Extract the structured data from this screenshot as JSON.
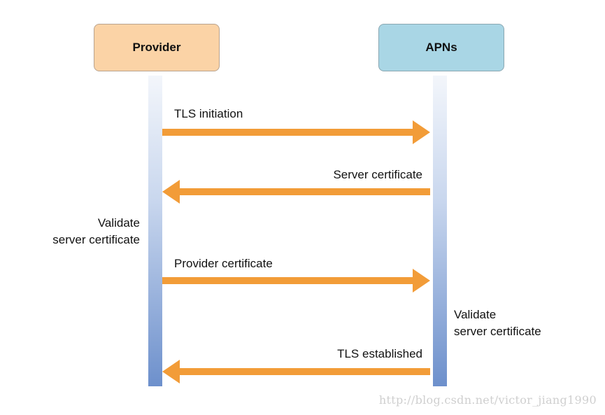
{
  "actors": {
    "provider": "Provider",
    "apns": "APNs"
  },
  "messages": [
    {
      "label": "TLS initiation",
      "direction": "right"
    },
    {
      "label": "Server certificate",
      "direction": "left"
    },
    {
      "label": "Provider certificate",
      "direction": "right"
    },
    {
      "label": "TLS established",
      "direction": "left"
    }
  ],
  "notes": {
    "provider": [
      "Validate",
      "server certificate"
    ],
    "apns": [
      "Validate",
      "server certificate"
    ]
  },
  "watermark": "http://blog.csdn.net/victor_jiang1990",
  "colors": {
    "arrow": "#f29c38",
    "provider_box": "#fbd3a6",
    "apns_box": "#a9d6e5",
    "lifeline_bottom": "#6d90cc"
  }
}
